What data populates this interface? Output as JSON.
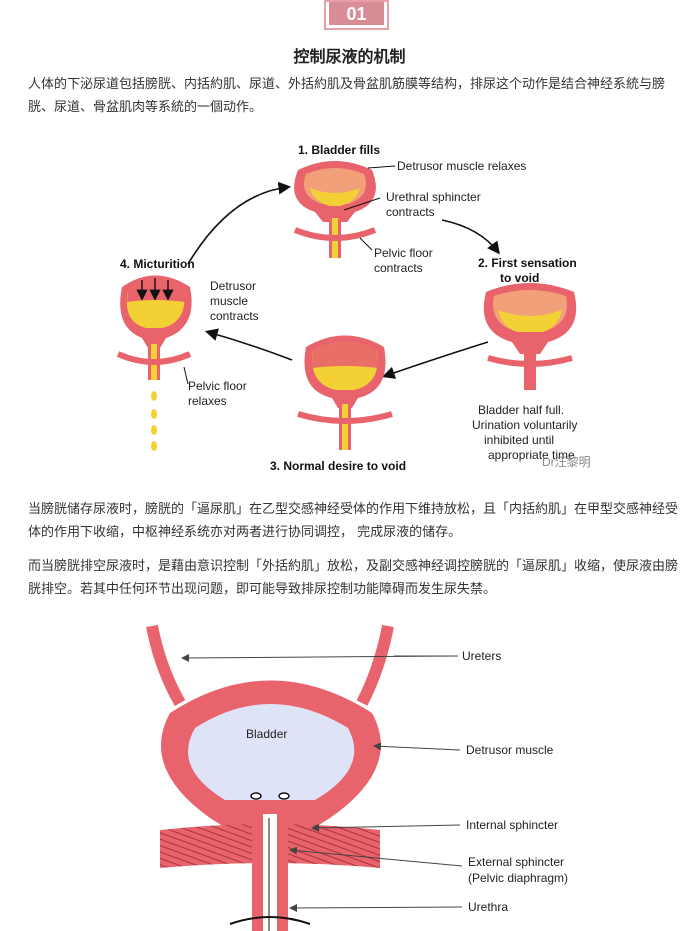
{
  "badge": "01",
  "section_title": "控制尿液的机制",
  "intro": "人体的下泌尿道包括膀胱、内括約肌、尿道、外括約肌及骨盆肌筋膜等结构，排尿这个动作是结合神经系統与膀胱、尿道、骨盆肌肉等系統的一個动作。",
  "diagram1": {
    "stage1_title": "1. Bladder fills",
    "stage1_labels": [
      "Detrusor muscle relaxes",
      "Urethral sphincter",
      "contracts",
      "Pelvic floor",
      "contracts"
    ],
    "stage2_title": [
      "2. First sensation",
      "to void"
    ],
    "stage2_note": [
      "Bladder half full.",
      "Urination voluntarily",
      "inhibited until",
      "appropriate time"
    ],
    "stage3_title": "3. Normal desire to void",
    "stage4_title": "4. Micturition",
    "stage4_labels": [
      "Detrusor",
      "muscle",
      "contracts",
      "Pelvic floor",
      "relaxes"
    ],
    "watermark": "Dr汪黎明"
  },
  "para2": "当膀胱储存尿液时，膀胱的「逼尿肌」在乙型交感神经受体的作用下维持放松，且「内括約肌」在甲型交感神经受体的作用下收缩，中枢神经系统亦对两者进行协同调控， 完成尿液的储存。",
  "para3": "而当膀胱排空尿液时，是藉由意识控制「外括約肌」放松，及副交感神经调控膀胱的「逼尿肌」收缩，使尿液由膀胱排空。若其中任何环节出现问题，即可能导致排尿控制功能障碍而发生尿失禁。",
  "diagram2": {
    "bladder": "Bladder",
    "labels": [
      "Ureters",
      "Detrusor muscle",
      "Internal sphincter",
      "External sphincter",
      "(Pelvic diaphragm)",
      "Urethra"
    ]
  },
  "colors": {
    "accent": "#d98e97",
    "muscle": "#e8636b",
    "urine": "#f3d135",
    "bladder_fill": "#dfe3f7"
  }
}
